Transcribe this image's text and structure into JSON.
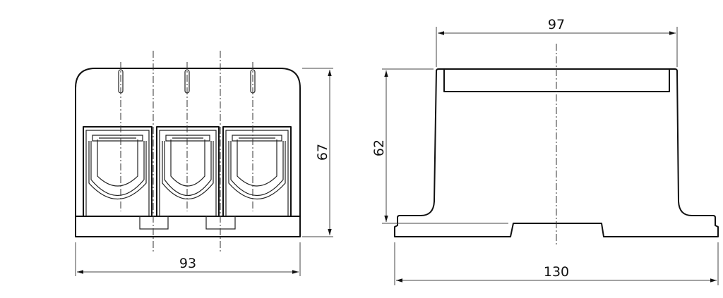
{
  "drawing": {
    "front_view": {
      "width_dimension": "93",
      "height_dimension": "67",
      "poles": 3
    },
    "side_view": {
      "top_width_dimension": "97",
      "base_width_dimension": "130",
      "height_dimension": "62"
    }
  }
}
